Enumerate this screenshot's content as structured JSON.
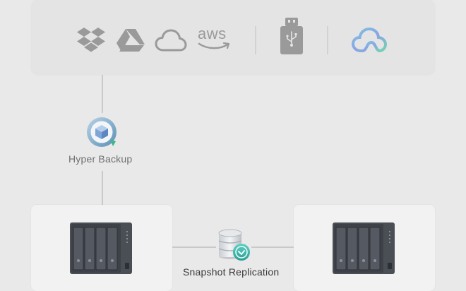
{
  "storage_targets": [
    {
      "name": "dropbox-icon"
    },
    {
      "name": "google-drive-icon"
    },
    {
      "name": "cloud-icon"
    },
    {
      "name": "aws-icon",
      "label": "aws"
    },
    {
      "name": "usb-drive-icon"
    },
    {
      "name": "synology-c2-cloud-icon"
    }
  ],
  "hyper_backup": {
    "label": "Hyper Backup",
    "icon": "hyper-backup-icon"
  },
  "snapshot_replication": {
    "label": "Snapshot Replication",
    "icon": "snapshot-replication-icon"
  },
  "devices": [
    {
      "icon": "nas-device-icon"
    },
    {
      "icon": "nas-device-icon"
    }
  ],
  "colors": {
    "background": "#e9e9e9",
    "icon_gray": "#9a9a9a",
    "nas_body": "#4a4e55",
    "accent_teal": "#3fb8b0"
  }
}
